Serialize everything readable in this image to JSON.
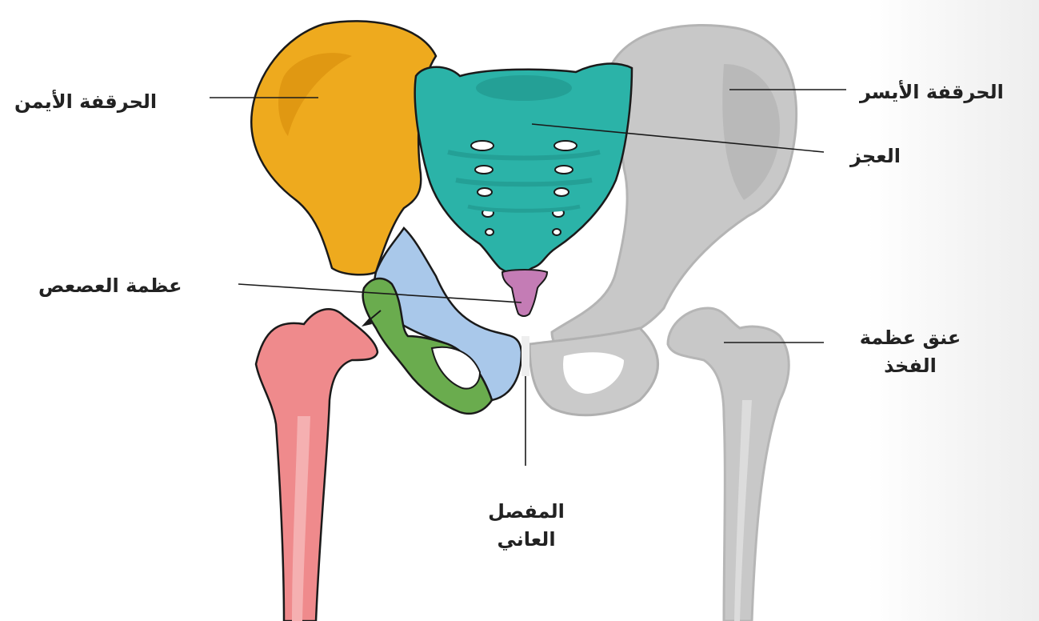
{
  "labels": {
    "right_ilium": "الحرقفة الأيمن",
    "left_ilium": "الحرقفة الأيسر",
    "sacrum": "العجز",
    "coccyx": "عظمة العصعص",
    "femoral_neck_line1": "عنق عظمة",
    "femoral_neck_line2": "الفخذ",
    "pubic_joint_line1": "المفصل",
    "pubic_joint_line2": "العاني"
  },
  "colors": {
    "right_ilium": "#eeaa1e",
    "sacrum": "#2bb3a8",
    "coccyx": "#c47cb5",
    "ischium": "#6aac4e",
    "pubis": "#a9c8ea",
    "femur_right": "#ef8a8c",
    "left_side_gray": "#c8c8c8",
    "outline": "#1a1a1a"
  },
  "icons": {
    "arrow": "arrow-icon"
  }
}
